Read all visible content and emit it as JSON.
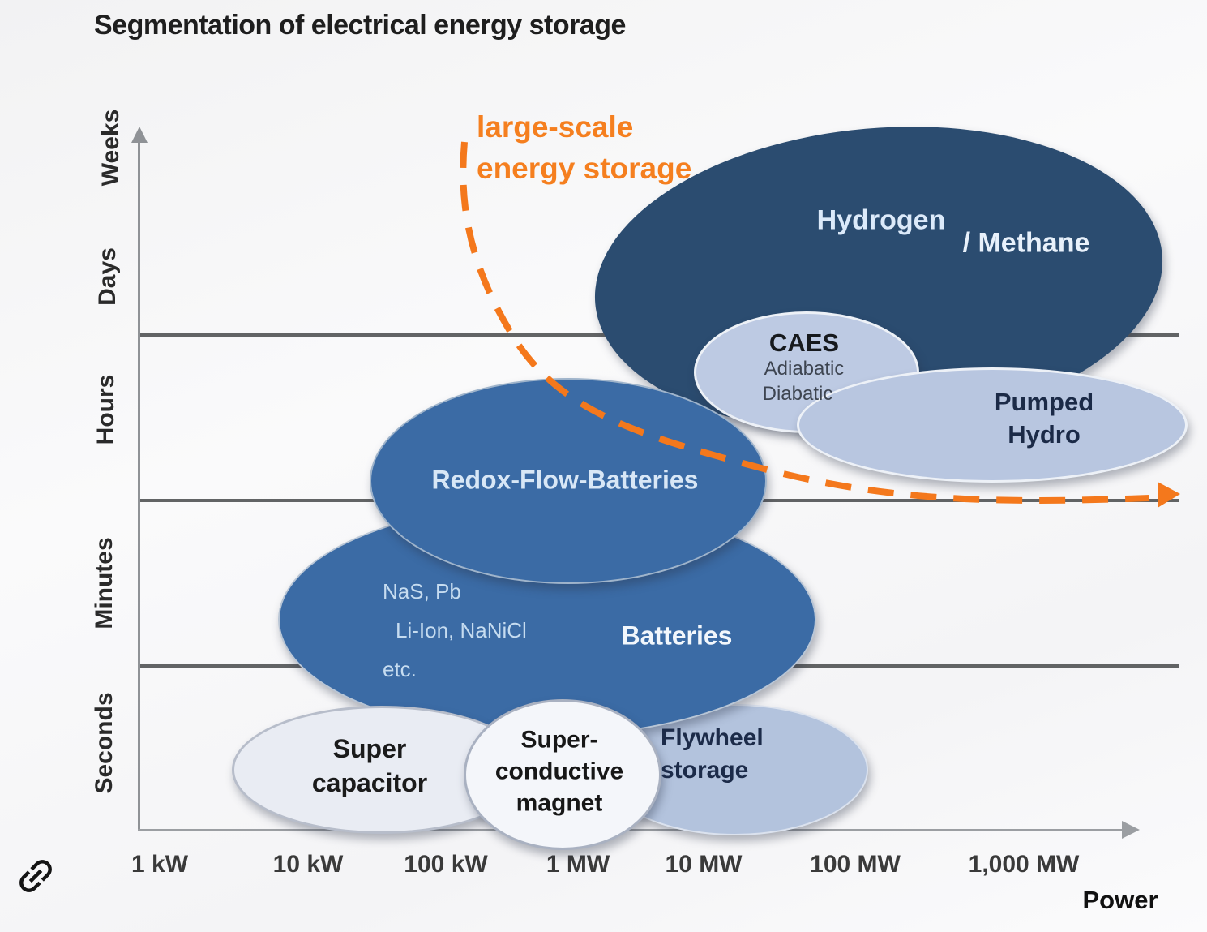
{
  "title": "Segmentation of electrical energy storage",
  "annotation": {
    "label": "large-scale\nenergy storage"
  },
  "axes": {
    "x": {
      "label": "Power",
      "ticks": [
        "1 kW",
        "10 kW",
        "100 kW",
        "1 MW",
        "10 MW",
        "100 MW",
        "1,000 MW"
      ]
    },
    "y": {
      "ticks": [
        "Weeks",
        "Days",
        "Hours",
        "Minutes",
        "Seconds"
      ]
    }
  },
  "regions": {
    "hydrogen": {
      "label": "Hydrogen",
      "label2": "/ Methane"
    },
    "caes": {
      "label": "CAES",
      "sub1": "Adiabatic",
      "sub2": "Diabatic"
    },
    "pumped_hydro": {
      "label": "Pumped\nHydro"
    },
    "redox_flow": {
      "label": "Redox-Flow-Batteries"
    },
    "batteries": {
      "label": "Batteries",
      "chem1": "NaS, Pb",
      "chem2": "Li-Ion, NaNiCl",
      "chem3": "etc."
    },
    "supercapacitor": {
      "label": "Super\ncapacitor"
    },
    "superconductive_magnet": {
      "label": "Super-\nconductive\nmagnet"
    },
    "flywheel": {
      "label": "Flywheel\nstorage"
    }
  },
  "colors": {
    "dark_navy_ellipse": "#2b4c70",
    "medium_blue_ellipse": "#3b6ba5",
    "light_blue_ellipse": "#b8c6e0",
    "pale_ellipse": "#e9ecf3",
    "white_ellipse": "#f4f6fa",
    "annotation_orange": "#f57f1f",
    "gridline": "#4c4e50",
    "axis_gray": "#8f9296"
  },
  "icons": {
    "link": "link-icon"
  }
}
